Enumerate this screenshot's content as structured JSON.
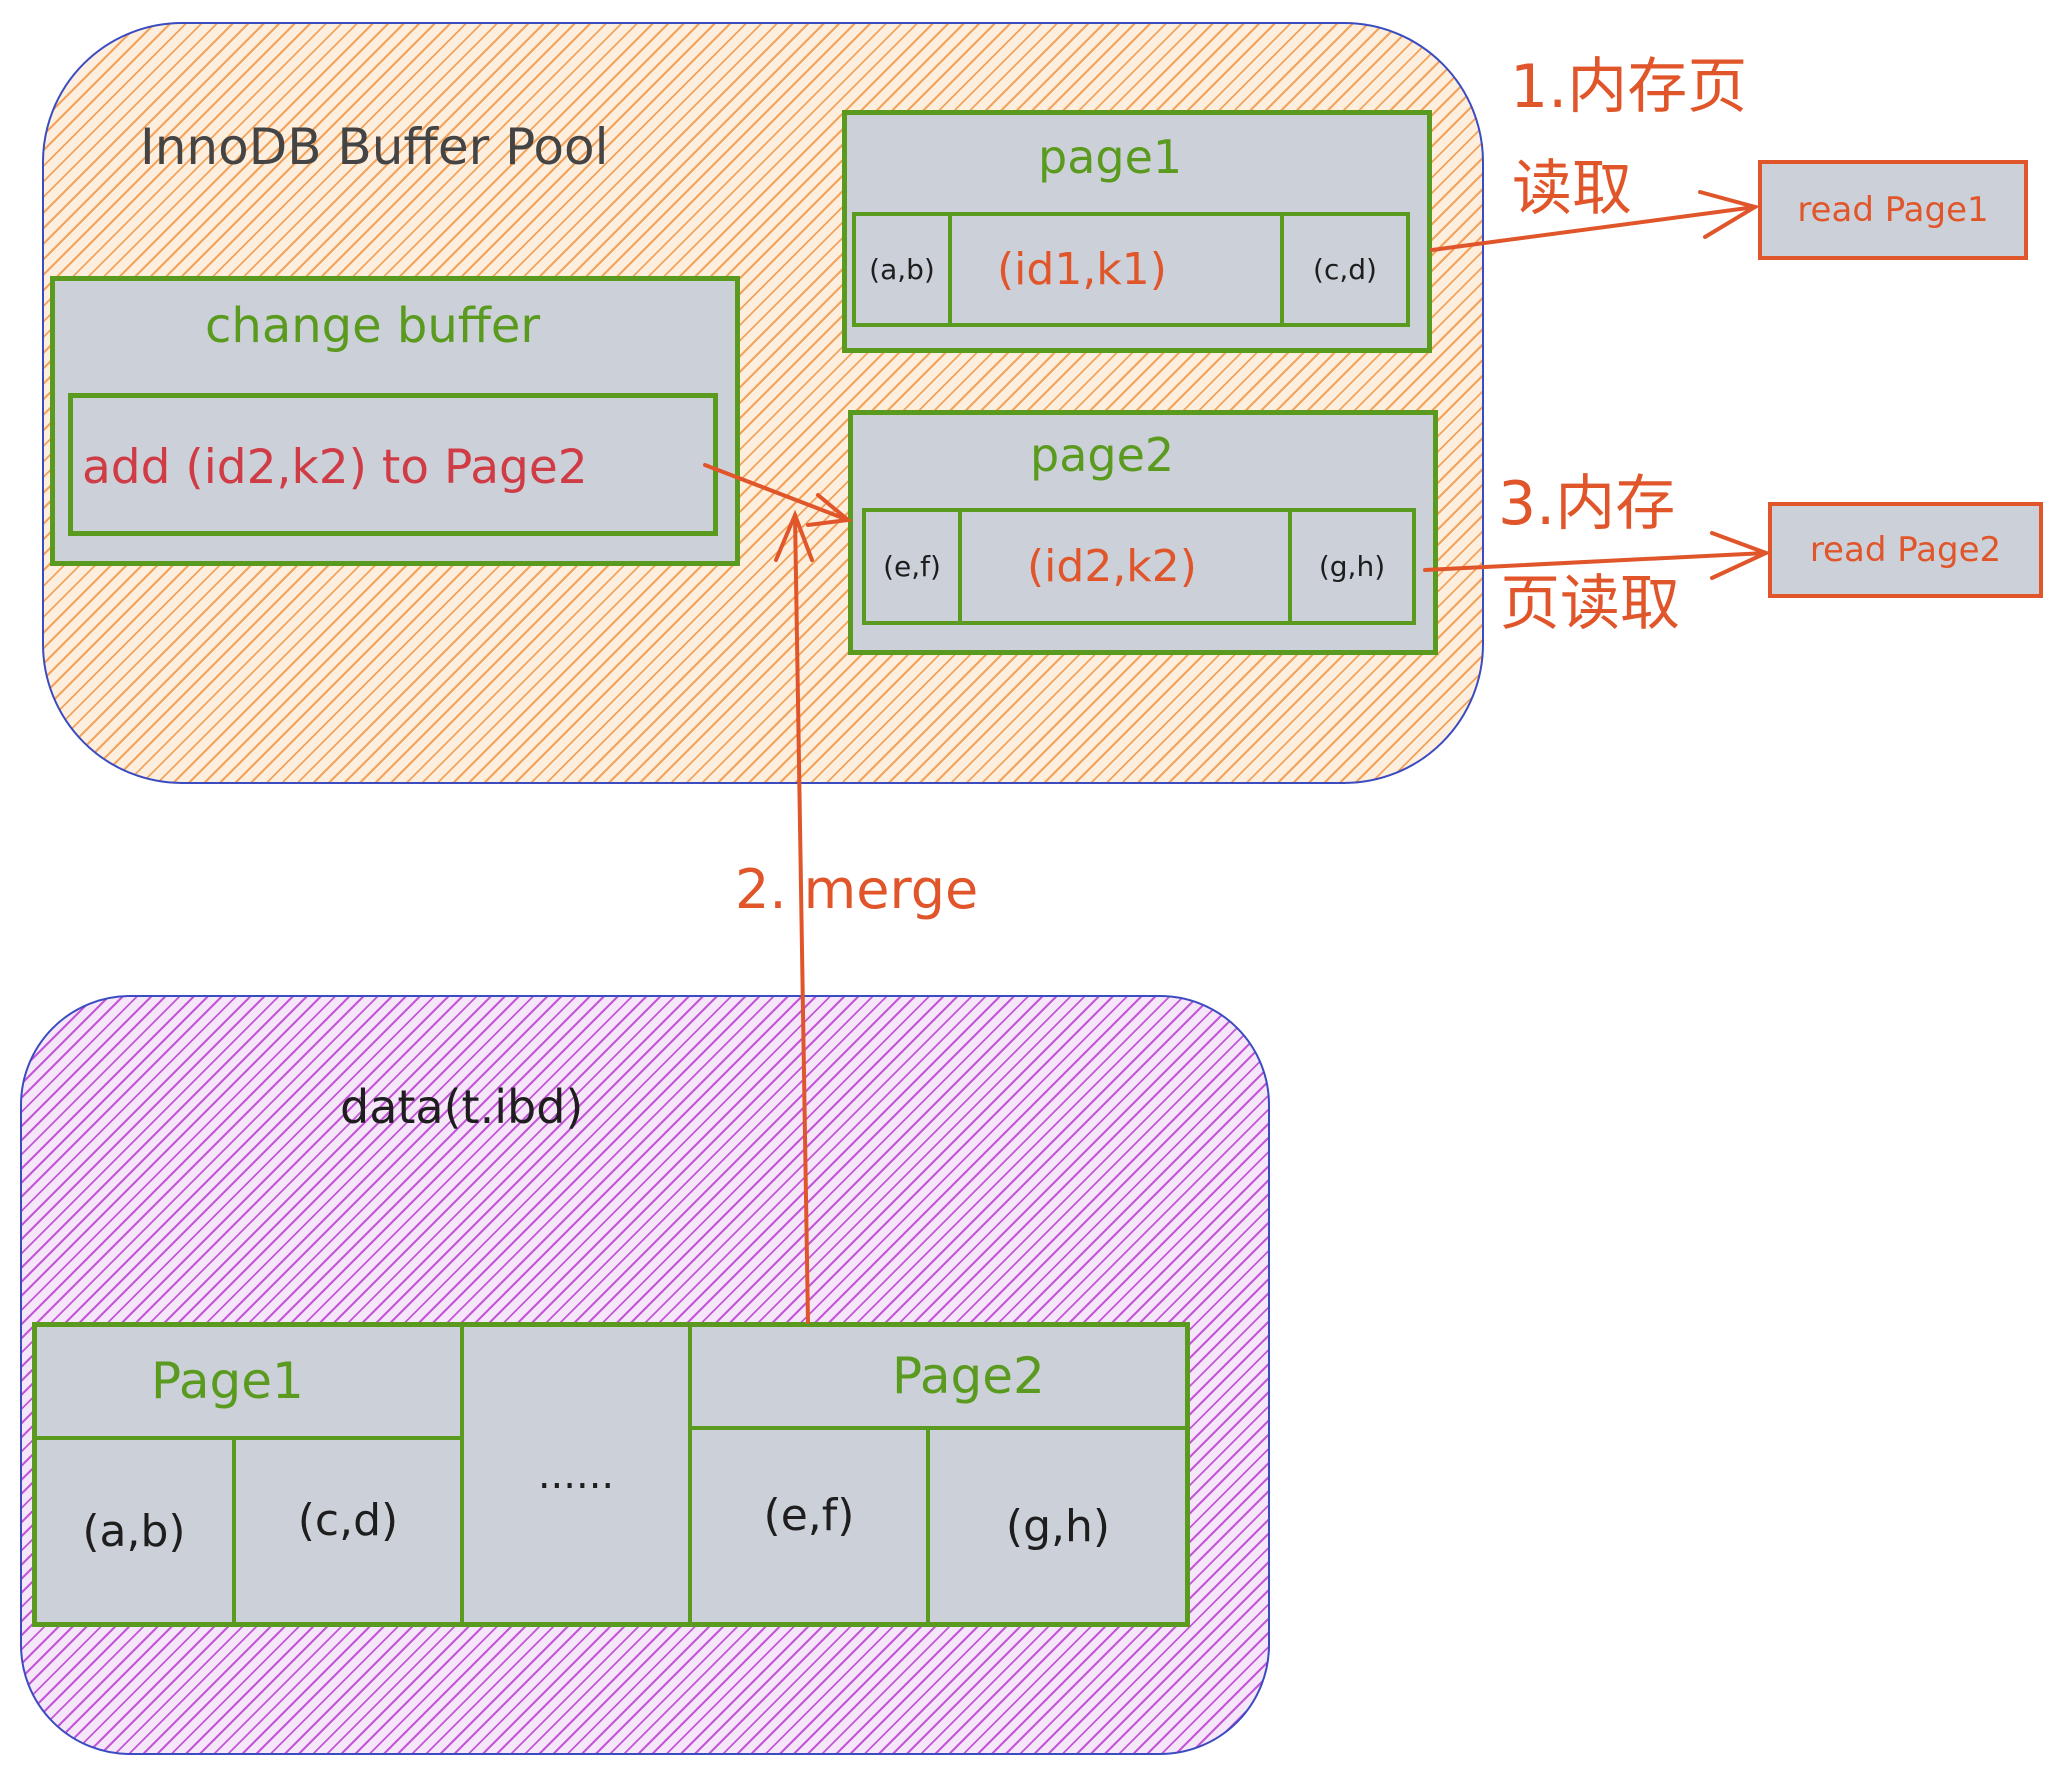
{
  "buffer_pool": {
    "title": "InnoDB Buffer Pool",
    "change_buffer": {
      "title": "change buffer",
      "entry": "add (id2,k2) to Page2"
    },
    "page1": {
      "title": "page1",
      "cells": [
        "(a,b)",
        "(id1,k1)",
        "(c,d)"
      ]
    },
    "page2": {
      "title": "page2",
      "cells": [
        "(e,f)",
        "(id2,k2)",
        "(g,h)"
      ]
    }
  },
  "steps": {
    "step1": "1.内存页读取",
    "step1_line1": "1.内存页",
    "step1_line2": "读取",
    "step2": "2. merge",
    "step3_line1": "3.内存",
    "step3_line2": "页读取"
  },
  "outputs": {
    "read_page1": "read Page1",
    "read_page2": "read Page2"
  },
  "data_file": {
    "title": "data(t.ibd)",
    "page1": {
      "title": "Page1",
      "cells": [
        "(a,b)",
        "(c,d)"
      ]
    },
    "middle": "......",
    "page2": {
      "title": "Page2",
      "cells": [
        "(e,f)",
        "(g,h)"
      ]
    }
  },
  "colors": {
    "green": "#5a9a1f",
    "red": "#e0562a",
    "blue_border": "#3b4cc0",
    "orange_hatch": "#f4a35c",
    "purple_hatch": "#c457d8",
    "box_fill": "#ccd0d9"
  }
}
